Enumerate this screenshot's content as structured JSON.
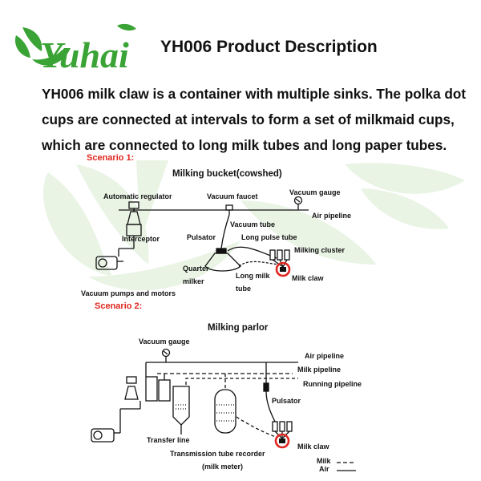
{
  "brand": {
    "logo_text": "Yuhai",
    "accent": "#3aa335"
  },
  "header": {
    "title": "YH006 Product Description"
  },
  "description": {
    "lines": [
      "YH006 milk claw is a container with multiple sinks. The polka dot",
      "cups are connected at intervals to form a set of milkmaid cups,",
      "which are connected to long milk tubes and long paper tubes."
    ]
  },
  "scenario1": {
    "label": "Scenario 1:",
    "title": "Milking bucket(cowshed)",
    "labels": {
      "automatic_regulator": "Automatic regulator",
      "vacuum_faucet": "Vacuum faucet",
      "vacuum_gauge": "Vacuum gauge",
      "air_pipeline": "Air pipeline",
      "vacuum_tube": "Vacuum tube",
      "interceptor": "Interceptor",
      "pulsator": "Pulsator",
      "long_pulse_tube": "Long pulse tube",
      "milking_cluster": "Milking cluster",
      "quarter": "Quarter",
      "milker": "milker",
      "long_milk": "Long milk",
      "tube": "tube",
      "milk_claw": "Milk claw",
      "vacuum_pumps": "Vacuum pumps and motors"
    }
  },
  "scenario2": {
    "label": "Scenario 2:",
    "title": "Milking parlor",
    "labels": {
      "vacuum_gauge": "Vacuum gauge",
      "air_pipeline": "Air pipeline",
      "milk_pipeline": "Milk pipeline",
      "running_pipeline": "Running pipeline",
      "pulsator": "Pulsator",
      "transfer_line": "Transfer line",
      "milk_claw": "Milk claw",
      "recorder": "Transmission tube recorder",
      "milk_meter": "(milk meter)"
    },
    "legend": {
      "milk": "Milk",
      "air": "Air"
    }
  },
  "colors": {
    "highlight": "#e0261f",
    "watermark": "#e7f3e3"
  }
}
